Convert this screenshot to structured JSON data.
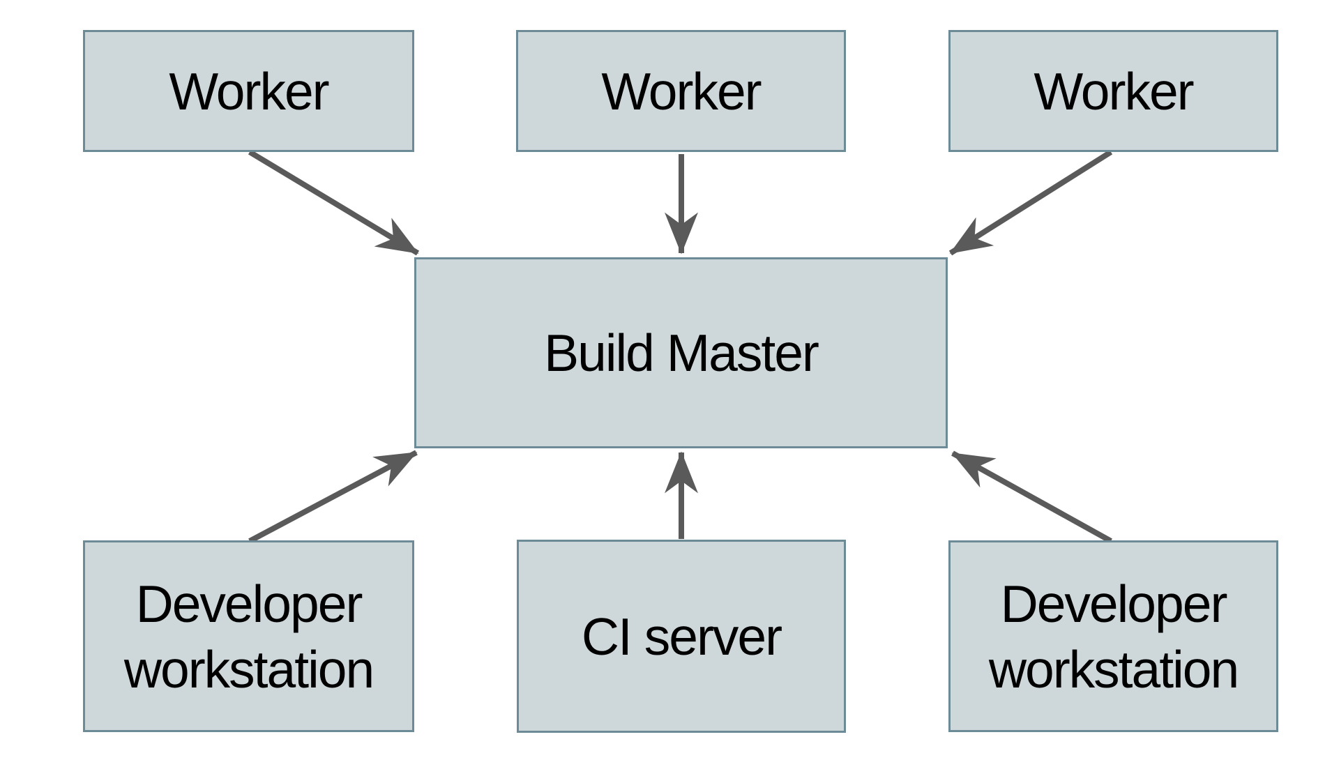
{
  "diagram": {
    "type": "architecture-diagram",
    "nodes": {
      "worker_1": {
        "label": "Worker"
      },
      "worker_2": {
        "label": "Worker"
      },
      "worker_3": {
        "label": "Worker"
      },
      "build_master": {
        "label": "Build Master"
      },
      "dev_workstation_left": {
        "label": "Developer workstation"
      },
      "ci_server": {
        "label": "CI server"
      },
      "dev_workstation_right": {
        "label": "Developer workstation"
      }
    },
    "edges": [
      {
        "from": "worker_1",
        "to": "build_master"
      },
      {
        "from": "worker_2",
        "to": "build_master"
      },
      {
        "from": "worker_3",
        "to": "build_master"
      },
      {
        "from": "dev_workstation_left",
        "to": "build_master"
      },
      {
        "from": "ci_server",
        "to": "build_master"
      },
      {
        "from": "dev_workstation_right",
        "to": "build_master"
      }
    ],
    "colors": {
      "node_fill": "#ced7da",
      "node_border": "#6d8b97",
      "arrow": "#5a5a5a",
      "text": "#000000",
      "background": "#ffffff"
    }
  }
}
